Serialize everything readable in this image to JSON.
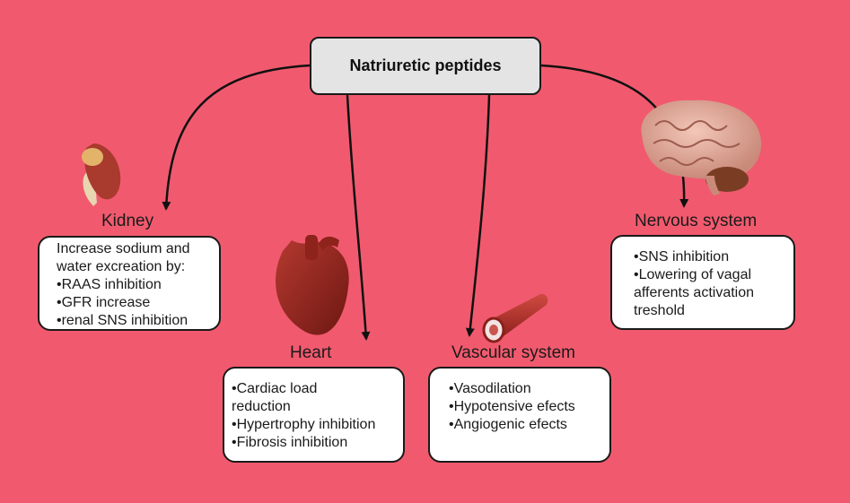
{
  "title": "Natriuretic peptides",
  "colors": {
    "background": "#f15a6e",
    "box": "#ffffff",
    "title_box": "#e4e4e4",
    "stroke": "#1a1a1a"
  },
  "organs": {
    "kidney": {
      "label": "Kidney",
      "icon": "kidney-icon",
      "lines": [
        "Increase sodium and",
        "water excreation by:",
        "•RAAS inhibition",
        "•GFR increase",
        "•renal SNS inhibition"
      ]
    },
    "heart": {
      "label": "Heart",
      "icon": "heart-icon",
      "lines": [
        "•Cardiac load",
        "reduction",
        "•Hypertrophy inhibition",
        "•Fibrosis inhibition"
      ]
    },
    "vascular": {
      "label": "Vascular system",
      "icon": "blood-vessel-icon",
      "lines": [
        "•Vasodilation",
        "•Hypotensive efects",
        "•Angiogenic efects"
      ]
    },
    "nervous": {
      "label": "Nervous system",
      "icon": "brain-icon",
      "lines": [
        "•SNS inhibition",
        "•Lowering of vagal",
        "afferents activation",
        "treshold"
      ]
    }
  }
}
